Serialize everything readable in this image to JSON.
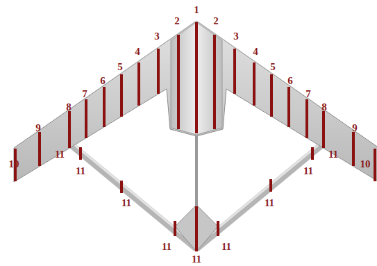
{
  "diagram": {
    "labels": [
      "1",
      "2",
      "2",
      "3",
      "3",
      "4",
      "4",
      "5",
      "5",
      "6",
      "6",
      "7",
      "7",
      "8",
      "8",
      "9",
      "9",
      "10",
      "10",
      "11",
      "11",
      "11",
      "11",
      "11",
      "11",
      "11",
      "11",
      "11"
    ]
  }
}
